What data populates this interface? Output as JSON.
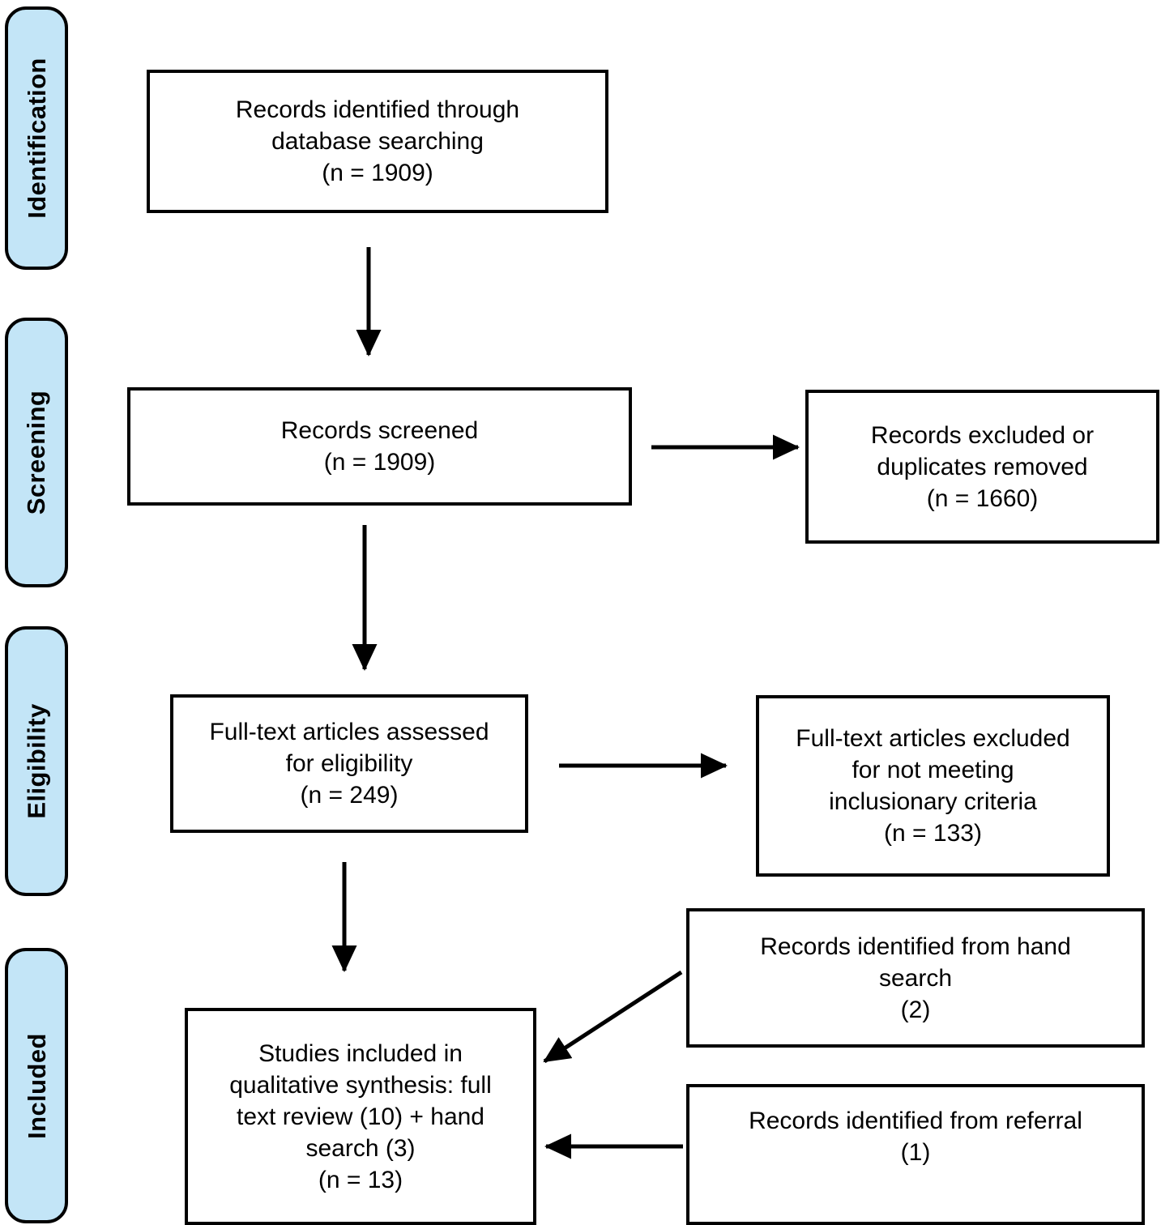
{
  "colors": {
    "stage_fill": "#c3e5f7",
    "stroke": "#000000",
    "box_fill": "#ffffff",
    "page_background": "#ffffff"
  },
  "stages": [
    {
      "label": "Identification"
    },
    {
      "label": "Screening"
    },
    {
      "label": "Eligibility"
    },
    {
      "label": "Included"
    }
  ],
  "boxes": {
    "identified_database": "Records identified through\ndatabase searching\n(n = 1909)",
    "records_screened": "Records screened\n(n = 1909)",
    "records_excluded": "Records excluded or\nduplicates removed\n(n = 1660)",
    "fulltext_assessed": "Full-text articles assessed\nfor eligibility\n(n = 249)",
    "fulltext_excluded": "Full-text articles excluded\nfor not meeting\ninclusionary criteria\n(n = 133)",
    "hand_search": "Records identified from hand\nsearch\n(2)",
    "referral": "Records identified from referral\n(1)",
    "studies_included": "Studies included in\nqualitative synthesis: full\ntext review (10) + hand\nsearch (3)\n(n = 13)"
  },
  "arrows": [
    {
      "name": "identified-to-screened",
      "direction": "down"
    },
    {
      "name": "screened-to-excluded",
      "direction": "right"
    },
    {
      "name": "screened-to-fulltext",
      "direction": "down"
    },
    {
      "name": "fulltext-to-excluded",
      "direction": "right"
    },
    {
      "name": "fulltext-to-included",
      "direction": "down"
    },
    {
      "name": "hand-search-to-included",
      "direction": "diagonal-down-left"
    },
    {
      "name": "referral-to-included",
      "direction": "left"
    }
  ],
  "chart_data": {
    "type": "diagram",
    "title": "PRISMA study selection flow diagram",
    "stages": [
      "Identification",
      "Screening",
      "Eligibility",
      "Included"
    ],
    "nodes": [
      {
        "id": "identified_database",
        "stage": "Identification",
        "label": "Records identified through database searching",
        "n": 1909
      },
      {
        "id": "records_screened",
        "stage": "Screening",
        "label": "Records screened",
        "n": 1909
      },
      {
        "id": "records_excluded",
        "stage": "Screening",
        "label": "Records excluded or duplicates removed",
        "n": 1660
      },
      {
        "id": "fulltext_assessed",
        "stage": "Eligibility",
        "label": "Full-text articles assessed for eligibility",
        "n": 249
      },
      {
        "id": "fulltext_excluded",
        "stage": "Eligibility",
        "label": "Full-text articles excluded for not meeting inclusionary criteria",
        "n": 133
      },
      {
        "id": "hand_search",
        "stage": "Included",
        "label": "Records identified from hand search",
        "n": 2
      },
      {
        "id": "referral",
        "stage": "Included",
        "label": "Records identified from referral",
        "n": 1
      },
      {
        "id": "studies_included",
        "stage": "Included",
        "label": "Studies included in qualitative synthesis: full text review (10) + hand search (3)",
        "n": 13
      }
    ],
    "edges": [
      {
        "from": "identified_database",
        "to": "records_screened"
      },
      {
        "from": "records_screened",
        "to": "records_excluded"
      },
      {
        "from": "records_screened",
        "to": "fulltext_assessed"
      },
      {
        "from": "fulltext_assessed",
        "to": "fulltext_excluded"
      },
      {
        "from": "fulltext_assessed",
        "to": "studies_included"
      },
      {
        "from": "hand_search",
        "to": "studies_included"
      },
      {
        "from": "referral",
        "to": "studies_included"
      }
    ]
  }
}
